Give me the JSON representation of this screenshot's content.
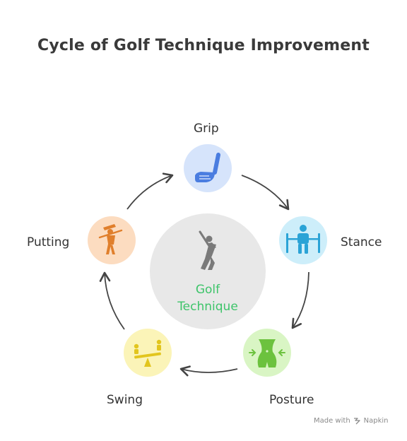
{
  "title": "Cycle of Golf Technique Improvement",
  "center": {
    "label_line1": "Golf",
    "label_line2": "Technique",
    "icon": "golfer-swing-icon"
  },
  "nodes": [
    {
      "id": "grip",
      "label": "Grip",
      "icon": "golf-club-icon",
      "color": "#d6e4fb",
      "icon_color": "#4a7de0"
    },
    {
      "id": "stance",
      "label": "Stance",
      "icon": "person-stance-icon",
      "color": "#cdeefa",
      "icon_color": "#2aa3d6"
    },
    {
      "id": "posture",
      "label": "Posture",
      "icon": "waist-posture-icon",
      "color": "#d9f5c4",
      "icon_color": "#6cc23e"
    },
    {
      "id": "swing",
      "label": "Swing",
      "icon": "seesaw-icon",
      "color": "#fbf4b8",
      "icon_color": "#e2c51e"
    },
    {
      "id": "putting",
      "label": "Putting",
      "icon": "golfer-carrying-club-icon",
      "color": "#fcdcc0",
      "icon_color": "#e07f2c"
    }
  ],
  "colors": {
    "arrow": "#444444",
    "center_circle": "#e8e8e8",
    "center_icon": "#7a7a7a",
    "center_text": "#3ec46a"
  },
  "watermark": {
    "text": "Made with",
    "brand": "Napkin"
  }
}
